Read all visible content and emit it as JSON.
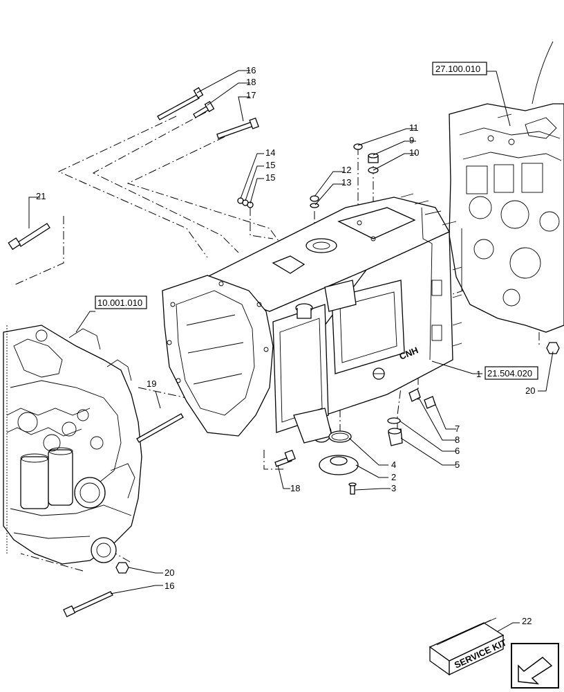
{
  "callouts": [
    {
      "label": "16"
    },
    {
      "label": "18"
    },
    {
      "label": "17"
    },
    {
      "label": "21"
    },
    {
      "label": "14"
    },
    {
      "label": "15"
    },
    {
      "label": "15"
    },
    {
      "label": "12"
    },
    {
      "label": "13"
    },
    {
      "label": "11"
    },
    {
      "label": "9"
    },
    {
      "label": "10"
    },
    {
      "label": "1"
    },
    {
      "label": "20"
    },
    {
      "label": "19"
    },
    {
      "label": "7"
    },
    {
      "label": "8"
    },
    {
      "label": "6"
    },
    {
      "label": "5"
    },
    {
      "label": "4"
    },
    {
      "label": "2"
    },
    {
      "label": "3"
    },
    {
      "label": "18"
    },
    {
      "label": "20"
    },
    {
      "label": "16"
    },
    {
      "label": "22"
    }
  ],
  "references": {
    "top_right": "27.100.010",
    "left": "10.001.010",
    "main": "21.504.020"
  },
  "housing_logo": "CNH",
  "kit_label": "SERVICE KIT",
  "colors": {
    "line": "#000000",
    "background": "#ffffff"
  },
  "icons": [
    "navigation-arrow-icon"
  ]
}
